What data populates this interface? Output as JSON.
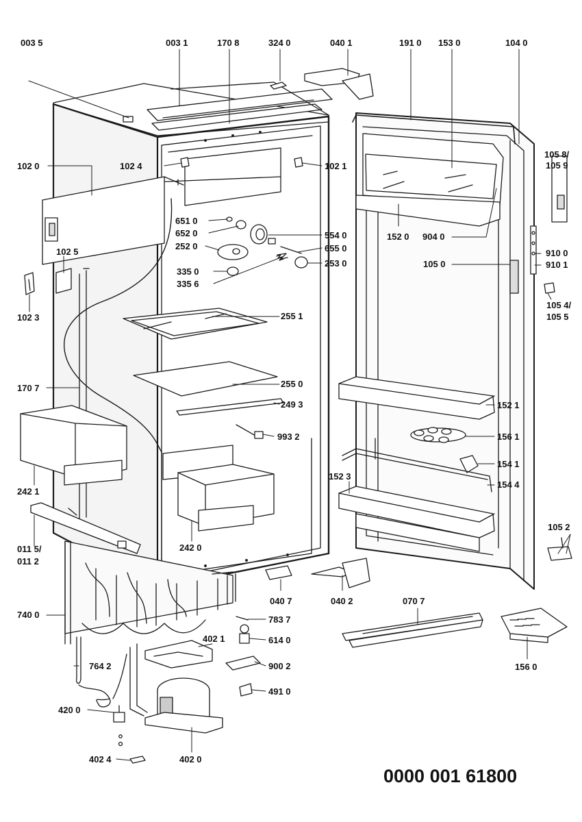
{
  "document_number": "0000 001 61800",
  "labels": {
    "l0035": "003 5",
    "l0031": "003 1",
    "l1708": "170 8",
    "l3240": "324 0",
    "l0401": "040 1",
    "l1910": "191 0",
    "l1530": "153 0",
    "l1040": "104 0",
    "l1020": "102 0",
    "l1024": "102 4",
    "l1021": "102 1",
    "l1058": "105 8/",
    "l1059": "105 9",
    "l6510": "651 0",
    "l6520": "652 0",
    "l2520": "252 0",
    "l5540": "554 0",
    "l6550": "655 0",
    "l2530": "253 0",
    "l3350": "335 0",
    "l3356": "335 6",
    "l1025": "102 5",
    "l1023": "102 3",
    "l1520": "152 0",
    "l9040": "904 0",
    "l9100": "910 0",
    "l9101": "910 1",
    "l1050": "105 0",
    "l1054": "105 4/",
    "l1055": "105 5",
    "l2551": "255 1",
    "l2550": "255 0",
    "l2493": "249 3",
    "l9932": "993 2",
    "l1707": "170 7",
    "l2421": "242 1",
    "l2420": "242 0",
    "l1521": "152 1",
    "l1561": "156 1",
    "l1541": "154 1",
    "l1523": "152 3",
    "l1544": "154 4",
    "l0115": "011 5/",
    "l0112": "011 2",
    "l1052": "105 2",
    "l0407": "040 7",
    "l0402": "040 2",
    "l0707": "070 7",
    "l7400": "740 0",
    "l7837": "783 7",
    "l6140": "614 0",
    "l4021": "402 1",
    "l9002": "900 2",
    "l7642": "764 2",
    "l4910": "491 0",
    "l4200": "420 0",
    "l1560": "156 0",
    "l4024": "402 4",
    "l4020": "402 0"
  }
}
